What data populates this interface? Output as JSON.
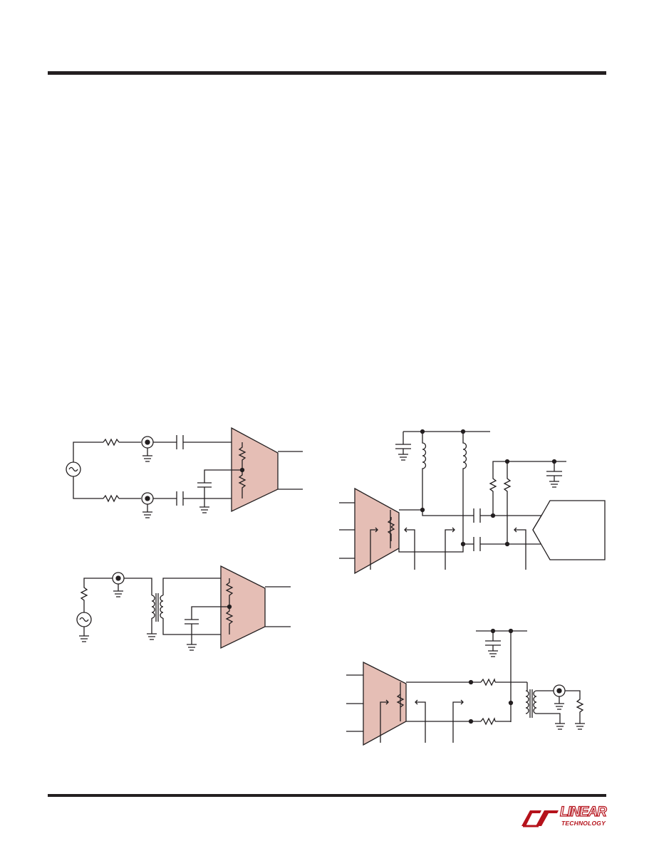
{
  "page": {
    "footer_logo": {
      "word": "LINEAR",
      "subword": "TECHNOLOGY"
    }
  },
  "colors": {
    "rule": "#231f20",
    "wire": "#231f20",
    "amp_fill": "#e5beb5",
    "logo": "#b5121b"
  },
  "figures": [
    {
      "id": "single-ended-to-differential-cap-coupled"
    },
    {
      "id": "transformer-coupled-input"
    },
    {
      "id": "differential-output-to-adc-driver"
    },
    {
      "id": "transformer-output-to-coax"
    }
  ]
}
